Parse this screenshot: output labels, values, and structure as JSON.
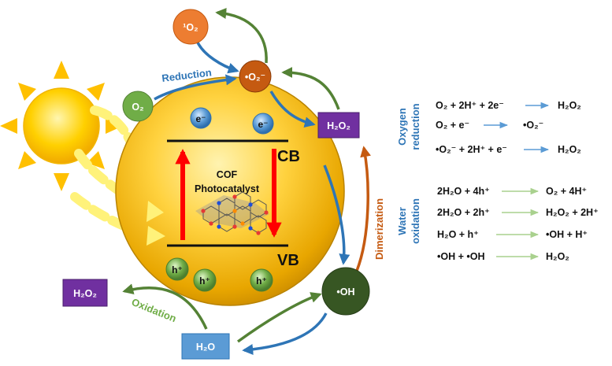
{
  "colors": {
    "blue": "#2e75b6",
    "green": "#548235",
    "orange": "#c55a11",
    "purple": "#7030a0",
    "red": "#ff0000",
    "gold": "#fec000",
    "dark_green": "#375623",
    "light_blue": "#5b9bd5"
  },
  "nodes": {
    "singlet_oxygen": "¹O₂",
    "superoxide": "•O₂⁻",
    "oxygen": "O₂",
    "h2o2_right": "H₂O₂",
    "h2o2_left": "H₂O₂",
    "hydroxyl": "•OH",
    "water": "H₂O"
  },
  "catalyst": {
    "line1": "COF",
    "line2": "Photocatalyst",
    "cb": "CB",
    "vb": "VB",
    "electron": "e⁻",
    "hole": "h⁺"
  },
  "arrow_labels": {
    "reduction": "Reduction",
    "oxidation": "Oxidation",
    "dimerization": "Dimerization"
  },
  "oxygen_reduction": {
    "title_line1": "Oxygen",
    "title_line2": "reduction",
    "reactions": [
      {
        "reactants": "O₂ + 2H⁺ + 2e⁻",
        "products": "H₂O₂"
      },
      {
        "reactants": "O₂ + e⁻",
        "products": "•O₂⁻"
      },
      {
        "reactants": "•O₂⁻ + 2H⁺ + e⁻",
        "products": "H₂O₂"
      }
    ]
  },
  "water_oxidation": {
    "title_line1": "Water",
    "title_line2": "oxidation",
    "reactions": [
      {
        "reactants": "2H₂O + 4h⁺",
        "products": "O₂ + 4H⁺"
      },
      {
        "reactants": "2H₂O + 2h⁺",
        "products": "H₂O₂ + 2H⁺"
      },
      {
        "reactants": "H₂O + h⁺",
        "products": "•OH + H⁺"
      },
      {
        "reactants": "•OH + •OH",
        "products": "H₂O₂"
      }
    ]
  }
}
